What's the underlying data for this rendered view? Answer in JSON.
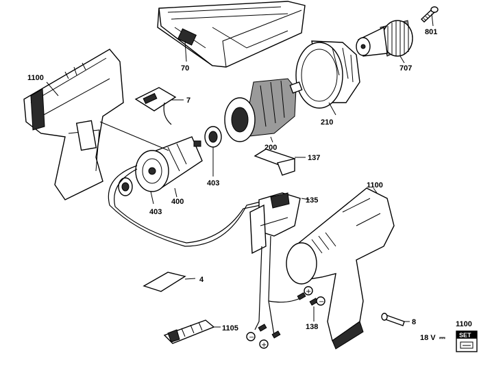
{
  "labels": {
    "p801": "801",
    "p70": "70",
    "p707": "707",
    "p1100_left": "1100",
    "p7": "7",
    "p210": "210",
    "p200": "200",
    "p137": "137",
    "p403_a": "403",
    "p400": "400",
    "p403_b": "403",
    "p1100_right": "1100",
    "p135": "135",
    "p4": "4",
    "p8": "8",
    "p1105": "1105",
    "p138": "138",
    "p1100_set": "1100"
  },
  "voltage": "18 V",
  "dc_symbol": "⎓",
  "set_badge": "SET",
  "polarity": {
    "minus": "−",
    "plus": "+"
  }
}
